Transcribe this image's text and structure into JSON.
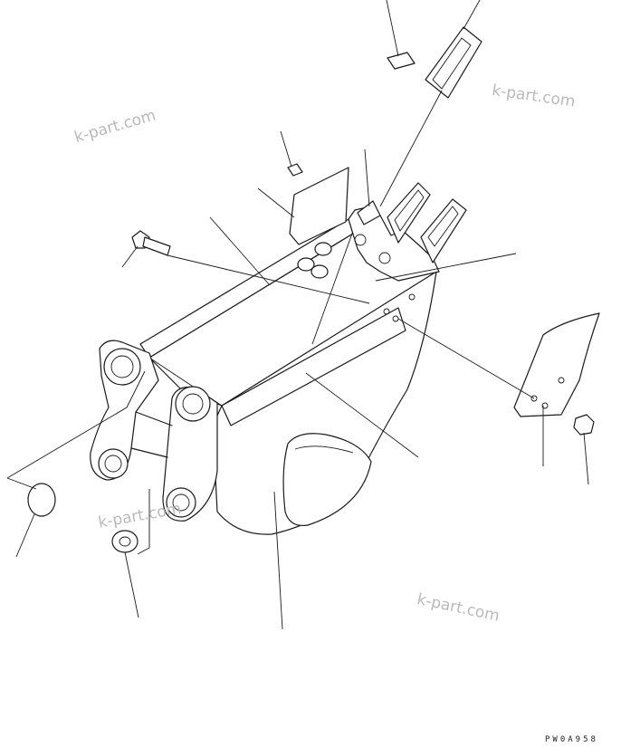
{
  "watermarks": [
    "k-part.com",
    "k-part.com",
    "k-part.com",
    "k-part.com"
  ],
  "figure_code": "PW0A958",
  "colors": {
    "line": "#1a1a1a",
    "watermark": "#b9b9b9",
    "background": "#ffffff"
  }
}
